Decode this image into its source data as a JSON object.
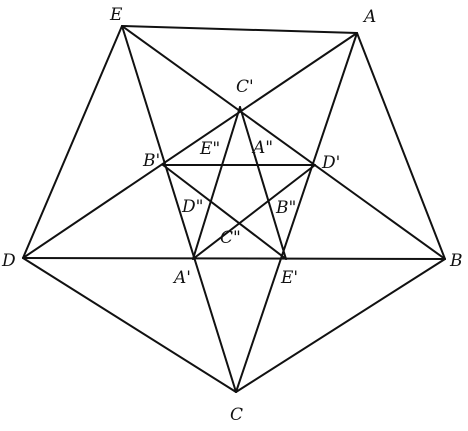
{
  "diagram": {
    "points": [
      {
        "id": "E",
        "label": "E"
      },
      {
        "id": "A",
        "label": "A"
      },
      {
        "id": "B",
        "label": "B"
      },
      {
        "id": "C",
        "label": "C"
      },
      {
        "id": "D",
        "label": "D"
      },
      {
        "id": "C1",
        "label": "C'"
      },
      {
        "id": "D1",
        "label": "D'"
      },
      {
        "id": "E1",
        "label": "E'"
      },
      {
        "id": "A1",
        "label": "A'"
      },
      {
        "id": "B1",
        "label": "B'"
      },
      {
        "id": "E2",
        "label": "E\""
      },
      {
        "id": "A2",
        "label": "A\""
      },
      {
        "id": "B2",
        "label": "B\""
      },
      {
        "id": "C2",
        "label": "C\""
      },
      {
        "id": "D2",
        "label": "D\""
      }
    ],
    "segments": [
      [
        "E",
        "A"
      ],
      [
        "A",
        "B"
      ],
      [
        "B",
        "C"
      ],
      [
        "C",
        "D"
      ],
      [
        "D",
        "E"
      ],
      [
        "E",
        "B"
      ],
      [
        "E",
        "C"
      ],
      [
        "A",
        "C"
      ],
      [
        "A",
        "D"
      ],
      [
        "D",
        "B"
      ],
      [
        "B1",
        "D1"
      ],
      [
        "C1",
        "A1"
      ],
      [
        "C1",
        "E1"
      ],
      [
        "B1",
        "E1"
      ],
      [
        "D1",
        "A1"
      ]
    ]
  }
}
